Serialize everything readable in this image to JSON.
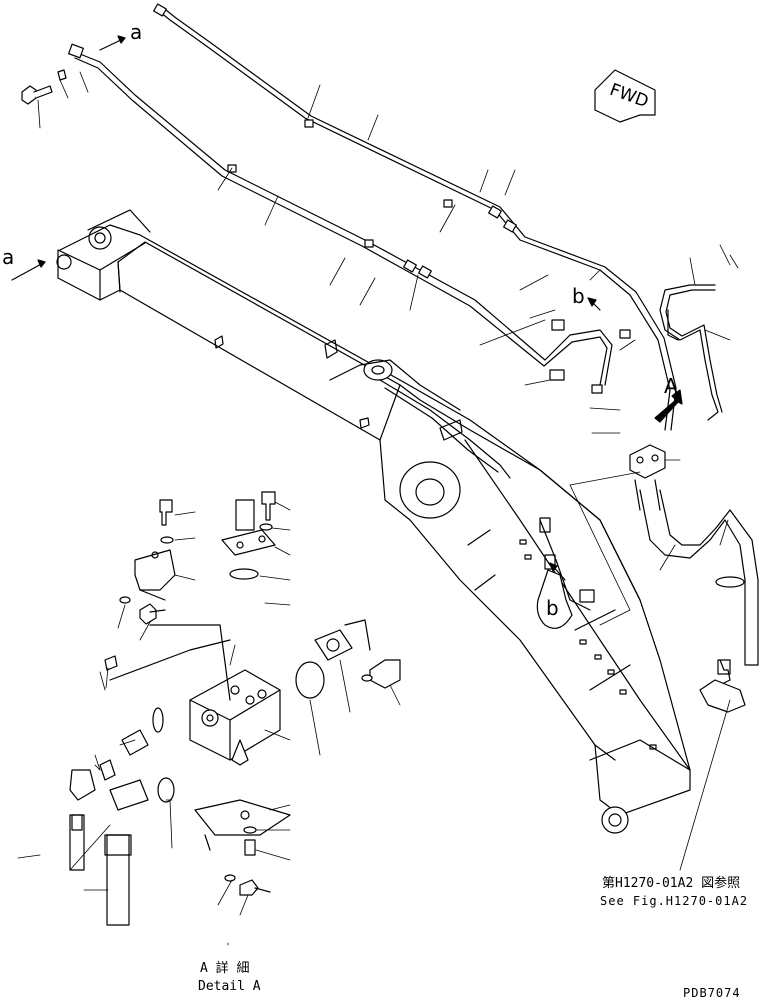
{
  "labels": {
    "view_a_marker": "A",
    "callout_a_top": "a",
    "callout_a_left": "a",
    "callout_b_upper": "b",
    "callout_b_lower": "b",
    "fwd_arrow": "FWD",
    "detail_a_jp": "A 詳 細",
    "detail_a_en": "Detail A",
    "see_fig_jp": "第H1270-01A2 図参照",
    "see_fig_en": "See Fig.H1270-01A2",
    "drawing_id": "PDB7074"
  }
}
